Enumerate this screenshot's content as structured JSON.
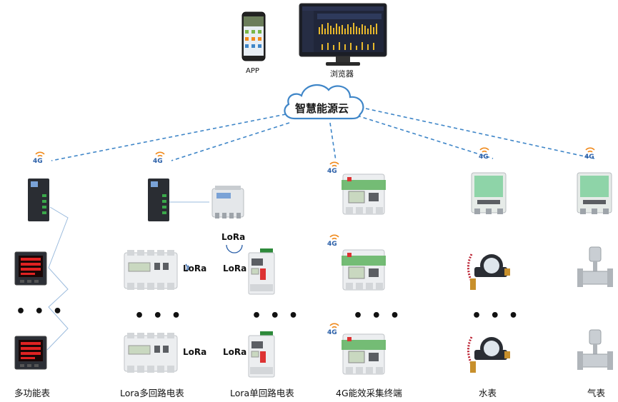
{
  "top": {
    "app_label": "APP",
    "browser_label": "浏览器",
    "cloud_label": "智慧能源云"
  },
  "wireless": {
    "g4": "4G",
    "lora": "LoRa"
  },
  "ellipsis": "• • •",
  "columns": [
    {
      "label": "多功能表"
    },
    {
      "label": "Lora多回路电表"
    },
    {
      "label": "Lora单回路电表"
    },
    {
      "label": "4G能效采集终端"
    },
    {
      "label": "水表"
    },
    {
      "label": "气表"
    }
  ],
  "colors": {
    "dash_line": "#3f86c8",
    "cloud_stroke": "#3f86c8",
    "signal_orange": "#f08a1c",
    "signal_blue": "#2a5fa8",
    "device_green": "#2d8a3a"
  }
}
